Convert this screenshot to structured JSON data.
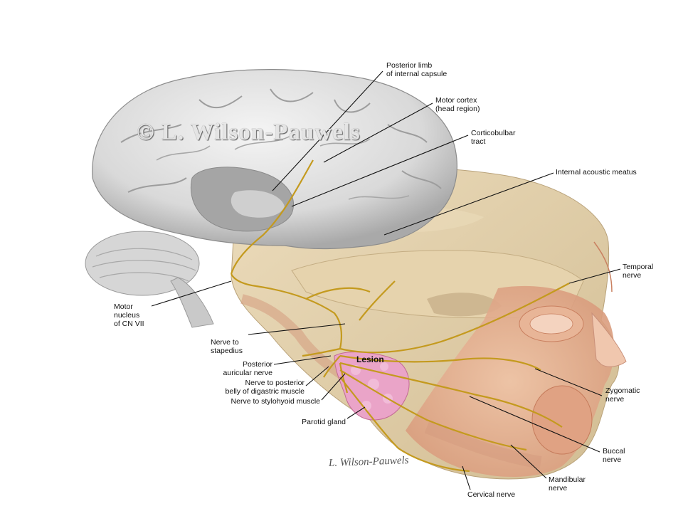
{
  "labels": {
    "posterior_limb": [
      "Posterior limb",
      "of internal capsule"
    ],
    "motor_cortex": [
      "Motor cortex",
      "(head region)"
    ],
    "corticobulbar": [
      "Corticobulbar",
      "tract"
    ],
    "internal_acoustic": "Internal acoustic meatus",
    "temporal_nerve": [
      "Temporal",
      "nerve"
    ],
    "motor_nucleus": [
      "Motor",
      "nucleus",
      "of CN VII"
    ],
    "nerve_stapedius": [
      "Nerve to",
      "stapedius"
    ],
    "lesion": "Lesion",
    "posterior_auricular": [
      "Posterior",
      "auricular nerve"
    ],
    "nerve_digastric": [
      "Nerve to posterior",
      "belly of digastric muscle"
    ],
    "nerve_stylohyoid": "Nerve to stylohyoid muscle",
    "parotid_gland": "Parotid gland",
    "zygomatic_nerve": [
      "Zygomatic",
      "nerve"
    ],
    "buccal_nerve": [
      "Buccal",
      "nerve"
    ],
    "mandibular_nerve": [
      "Mandibular",
      "nerve"
    ],
    "cervical_nerve": "Cervical nerve"
  },
  "copyright": "© L. Wilson-Pauwels",
  "signature": "L. Wilson-Pauwels",
  "colors": {
    "nerve": "#c49a1e",
    "brain": "#dcdcdc",
    "skull": "#dcc9a4",
    "muscle": "#e6b292",
    "gland": "#e9a6cb",
    "leader_line": "#111111"
  }
}
